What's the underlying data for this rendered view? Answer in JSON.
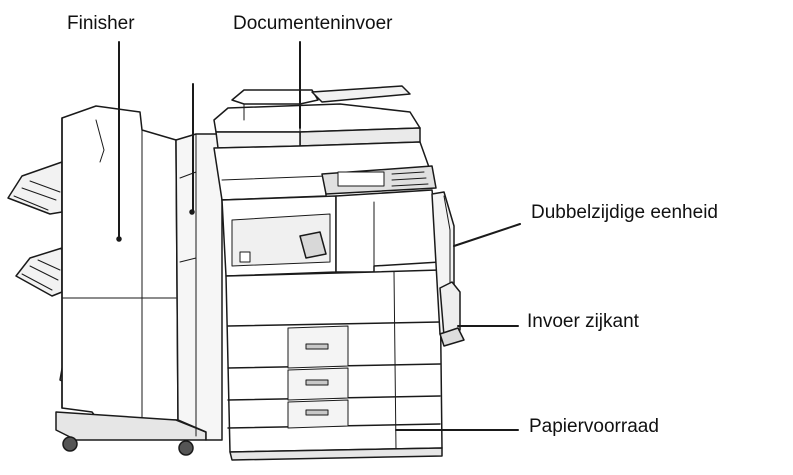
{
  "labels": {
    "finisher": "Finisher",
    "document_feeder": "Documenteninvoer",
    "duplex_unit": "Dubbelzijdige eenheid",
    "side_feed": "Invoer zijkant",
    "paper_supply": "Papiervoorraad"
  },
  "colors": {
    "line": "#1a1a1a",
    "paper": "#ffffff",
    "shade": "#d8d8d8"
  }
}
